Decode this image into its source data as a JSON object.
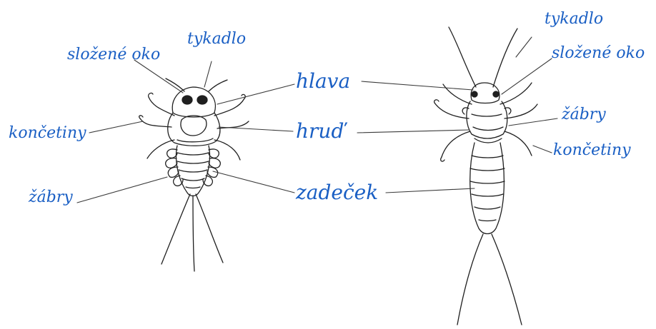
{
  "colors": {
    "label": "#1a5fc4",
    "drawing": "#1f1f1f"
  },
  "left_insect": {
    "label_slozene_oko": "složené oko",
    "label_tykadlo": "tykadlo",
    "label_koncetiny": "končetiny",
    "label_zabry": "žábry"
  },
  "center": {
    "label_hlava": "hlava",
    "label_hrud": "hruď",
    "label_zadecek": "zadeček"
  },
  "right_insect": {
    "label_tykadlo": "tykadlo",
    "label_slozene_oko": "složené oko",
    "label_zabry": "žábry",
    "label_koncetiny": "končetiny"
  }
}
